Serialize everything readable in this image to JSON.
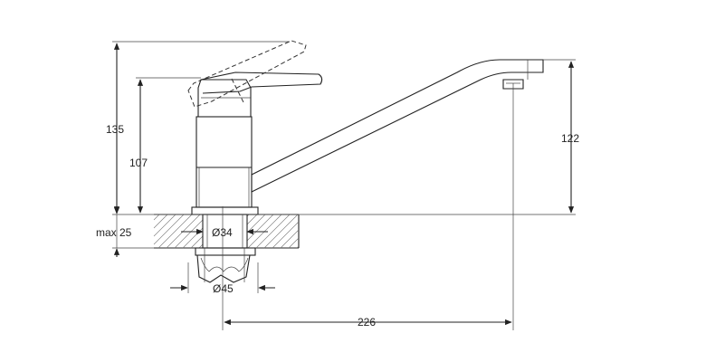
{
  "dimensions": {
    "total_height": "135",
    "body_height": "107",
    "spout_height": "122",
    "max_counter": "max 25",
    "hole_diameter": "Ø34",
    "nut_diameter": "Ø45",
    "spout_reach": "226"
  }
}
